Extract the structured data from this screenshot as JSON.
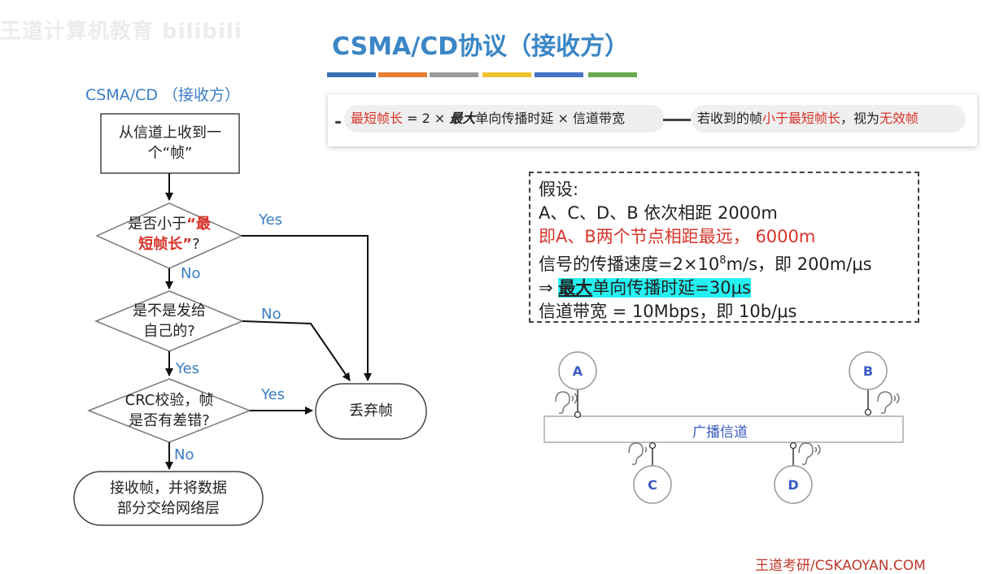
{
  "watermark": "王道计算机教育 bilibili",
  "title": "CSMA/CD协议（接收方）",
  "color_bars": [
    "#3a71b4",
    "#e57e31",
    "#9a9a9a",
    "#f1c232",
    "#4472c4",
    "#6aa84f"
  ],
  "formula": {
    "dash": "-",
    "part1_red": "最短帧长",
    "part1_eq": " = 2 × ",
    "part1_bold": "最大",
    "part1_rest": "单向传播时延 × 信道带宽",
    "part2_a": "若收到的帧",
    "part2_red": "小于最短帧长",
    "part2_b": "，视为",
    "part2_red2": "无效帧"
  },
  "assumption": {
    "l1": "假设:",
    "l2": "A、C、D、B 依次相距 2000m",
    "l3": "即A、B两个节点相距最远， 6000m",
    "l4a": "信号的传播速度=2×10",
    "l4sup": "8",
    "l4b": "m/s，即 200m/μs",
    "l5_arrow": "⇒ ",
    "l5_bold": "最大",
    "l5_rest": "单向传播时延=30μs",
    "l6": "信道带宽 = 10Mbps，即 10b/μs"
  },
  "flowchart": {
    "title": "CSMA/CD （接收方）",
    "start_l1": "从信道上收到一",
    "start_l2": "个“帧”",
    "d1_a": "是否小于",
    "d1_red1": "“最",
    "d1_red2": "短帧长”",
    "d1_q": "?",
    "d2_l1": "是不是发给",
    "d2_l2": "自己的?",
    "d3_l1": "CRC校验，帧",
    "d3_l2": "是否有差错?",
    "discard": "丢弃帧",
    "accept_l1": "接收帧，并将数据",
    "accept_l2": "部分交给网络层",
    "yes1": "Yes",
    "no1": "No",
    "no2": "No",
    "yes2": "Yes",
    "yes3": "Yes",
    "no3": "No"
  },
  "broadcast": {
    "channel": "广播信道",
    "nodes": [
      "A",
      "B",
      "C",
      "D"
    ]
  },
  "footer": "王道考研/CSKAOYAN.COM"
}
